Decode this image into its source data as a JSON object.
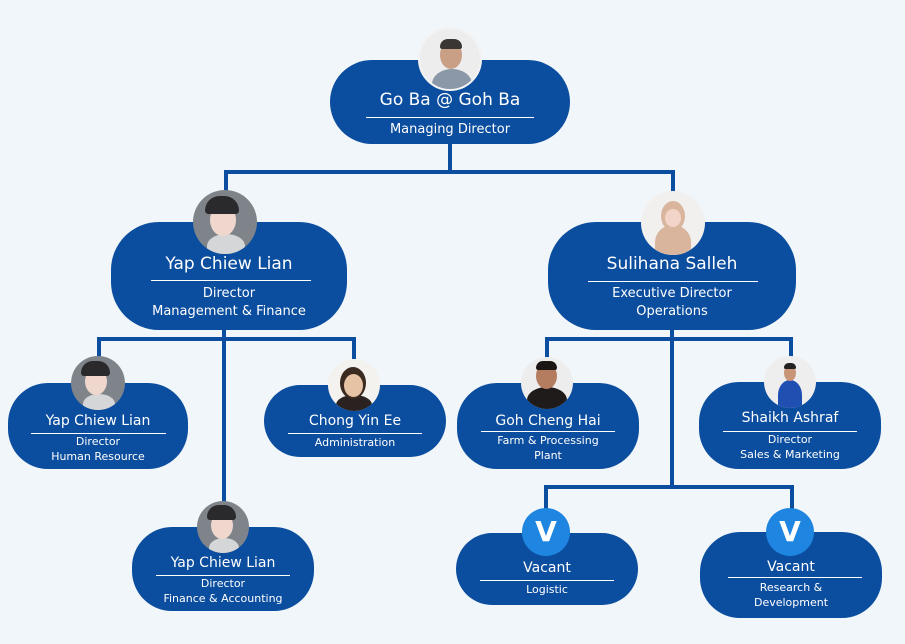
{
  "chart": {
    "title": "Organization Chart",
    "colors": {
      "card": "#0b4d9e",
      "connector": "#0b4d9e",
      "vacant_badge": "#1e86e0",
      "background": "#f1f6fa",
      "text": "#ffffff"
    }
  },
  "nodes": {
    "md": {
      "name": "Go Ba @ Goh Ba",
      "role": [
        "Managing Director"
      ],
      "avatar": "photo-man-grey-shirt"
    },
    "dir_mf": {
      "name": "Yap Chiew Lian",
      "role": [
        "Director",
        "Management & Finance"
      ],
      "avatar": "photo-woman-car"
    },
    "exec_ops": {
      "name": "Sulihana Salleh",
      "role": [
        "Executive Director",
        "Operations"
      ],
      "avatar": "photo-woman-hijab"
    },
    "dir_hr": {
      "name": "Yap Chiew Lian",
      "role": [
        "Director",
        "Human Resource"
      ],
      "avatar": "photo-woman-car"
    },
    "admin": {
      "name": "Chong Yin Ee",
      "role": [
        "Administration"
      ],
      "avatar": "photo-woman-smiling"
    },
    "dir_fa": {
      "name": "Yap Chiew Lian",
      "role": [
        "Director",
        "Finance & Accounting"
      ],
      "avatar": "photo-woman-car"
    },
    "farm": {
      "name": "Goh Cheng Hai",
      "role": [
        "Farm & Processing",
        "Plant"
      ],
      "avatar": "photo-man-black-shirt"
    },
    "sales": {
      "name": "Shaikh Ashraf",
      "role": [
        "Director",
        "Sales & Marketing"
      ],
      "avatar": "photo-man-blue-suit"
    },
    "logistic": {
      "name": "Vacant",
      "role": [
        "Logistic"
      ],
      "badge": "V"
    },
    "rnd": {
      "name": "Vacant",
      "role": [
        "Research &",
        "Development"
      ],
      "badge": "V"
    }
  }
}
